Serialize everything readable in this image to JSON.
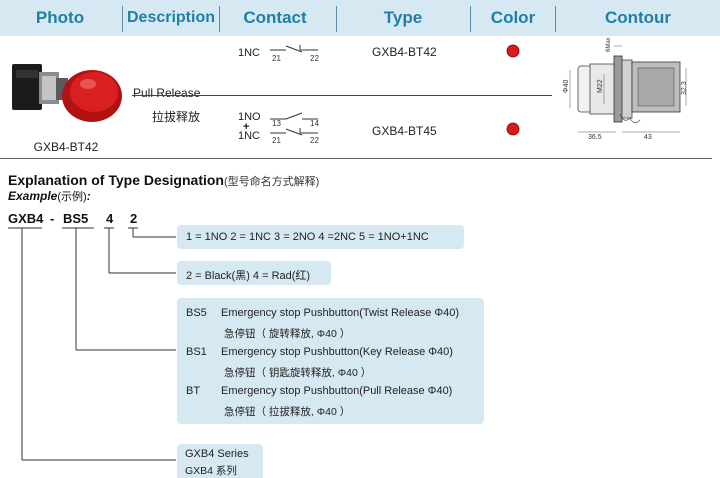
{
  "header": {
    "photo": "Photo",
    "description": "Description",
    "contact": "Contact",
    "type": "Type",
    "color": "Color",
    "contour": "Contour"
  },
  "product": {
    "photo_caption": "GXB4-BT42",
    "description_en": "Pull Release",
    "description_cn": "拉拔释放",
    "button_color": "#d91a1a"
  },
  "rows": [
    {
      "contact_label": "1NC",
      "pins": [
        "21",
        "22"
      ],
      "type": "GXB4-BT42"
    },
    {
      "contact_label_1": "1NO",
      "plus": "+",
      "contact_label_2": "1NC",
      "pins_no": [
        "13",
        "14"
      ],
      "pins_nc": [
        "21",
        "22"
      ],
      "type": "GXB4-BT45"
    }
  ],
  "contour": {
    "dims": [
      "6Max",
      "Φ40",
      "M22",
      "32.3",
      "36.5",
      "43"
    ]
  },
  "designation": {
    "title": "Explanation of Type Designation",
    "title_cn": "(型号命名方式解释)",
    "example": "Example",
    "example_cn": "(示例)",
    "code": {
      "series": "GXB4",
      "dash": "-",
      "model": "BS5",
      "color_digit": "4",
      "contact_digit": "2"
    },
    "contact_box": "1 = 1NO   2 = 1NC   3 = 2NO  4 =2NC  5 = 1NO+1NC",
    "color_box": "2 = Black(黑)   4 = Rad(红)",
    "models": [
      {
        "code": "BS5",
        "desc": "Emergency stop Pushbutton(Twist Release  Φ40)",
        "cn": "急停钮（ 旋转释放, Φ40 ）"
      },
      {
        "code": "BS1",
        "desc": "Emergency stop Pushbutton(Key Release    Φ40)",
        "cn": "急停钮（ 钥匙旋转释放, Φ40 ）"
      },
      {
        "code": "BT",
        "desc": "Emergency stop Pushbutton(Pull Release   Φ40)",
        "cn": "急停钮（ 拉拔释放, Φ40 ）"
      }
    ],
    "series_en": "GXB4 Series",
    "series_cn": "GXB4 系列"
  }
}
